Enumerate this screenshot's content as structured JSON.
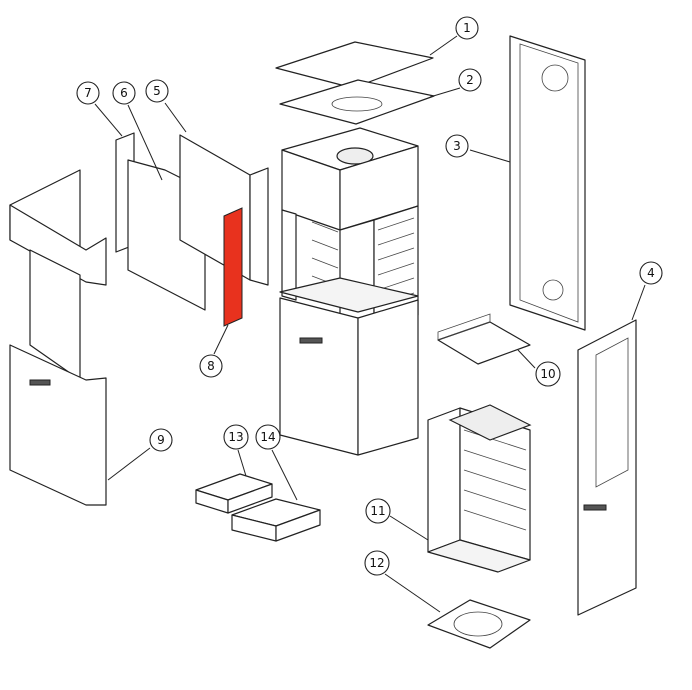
{
  "diagram": {
    "type": "exploded-parts-view",
    "highlight_color": "#e8321e",
    "callouts": [
      {
        "id": "1",
        "label": "1"
      },
      {
        "id": "2",
        "label": "2"
      },
      {
        "id": "3",
        "label": "3"
      },
      {
        "id": "4",
        "label": "4"
      },
      {
        "id": "5",
        "label": "5"
      },
      {
        "id": "6",
        "label": "6"
      },
      {
        "id": "7",
        "label": "7"
      },
      {
        "id": "8",
        "label": "8"
      },
      {
        "id": "9",
        "label": "9"
      },
      {
        "id": "10",
        "label": "10"
      },
      {
        "id": "11",
        "label": "11"
      },
      {
        "id": "12",
        "label": "12"
      },
      {
        "id": "13",
        "label": "13"
      },
      {
        "id": "14",
        "label": "14"
      }
    ]
  }
}
